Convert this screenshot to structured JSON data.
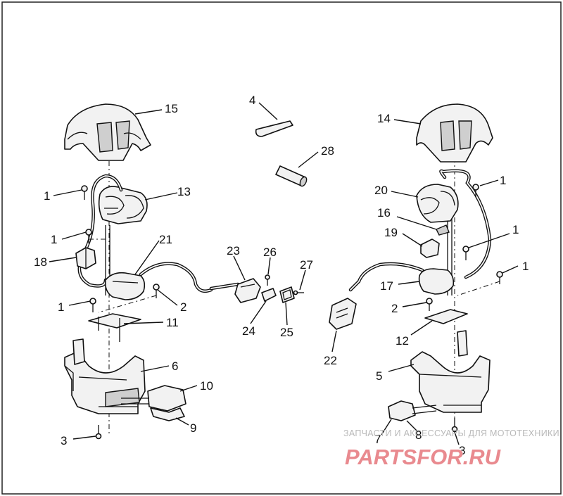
{
  "callouts": [
    "1",
    "1",
    "1",
    "1",
    "1",
    "1",
    "2",
    "2",
    "3",
    "3",
    "4",
    "5",
    "6",
    "7",
    "8",
    "9",
    "10",
    "11",
    "12",
    "13",
    "14",
    "15",
    "16",
    "17",
    "18",
    "19",
    "20",
    "21",
    "22",
    "23",
    "24",
    "25",
    "26",
    "27",
    "28"
  ],
  "watermark": {
    "tagline": "ЗАПЧАСТИ И АКСЕССУАРЫ ДЛЯ МОТОТЕХНИКИ",
    "brand": "PARTSFOR.RU",
    "brand_color": "#e98a8f"
  },
  "colors": {
    "line": "#111111",
    "background": "#ffffff"
  }
}
